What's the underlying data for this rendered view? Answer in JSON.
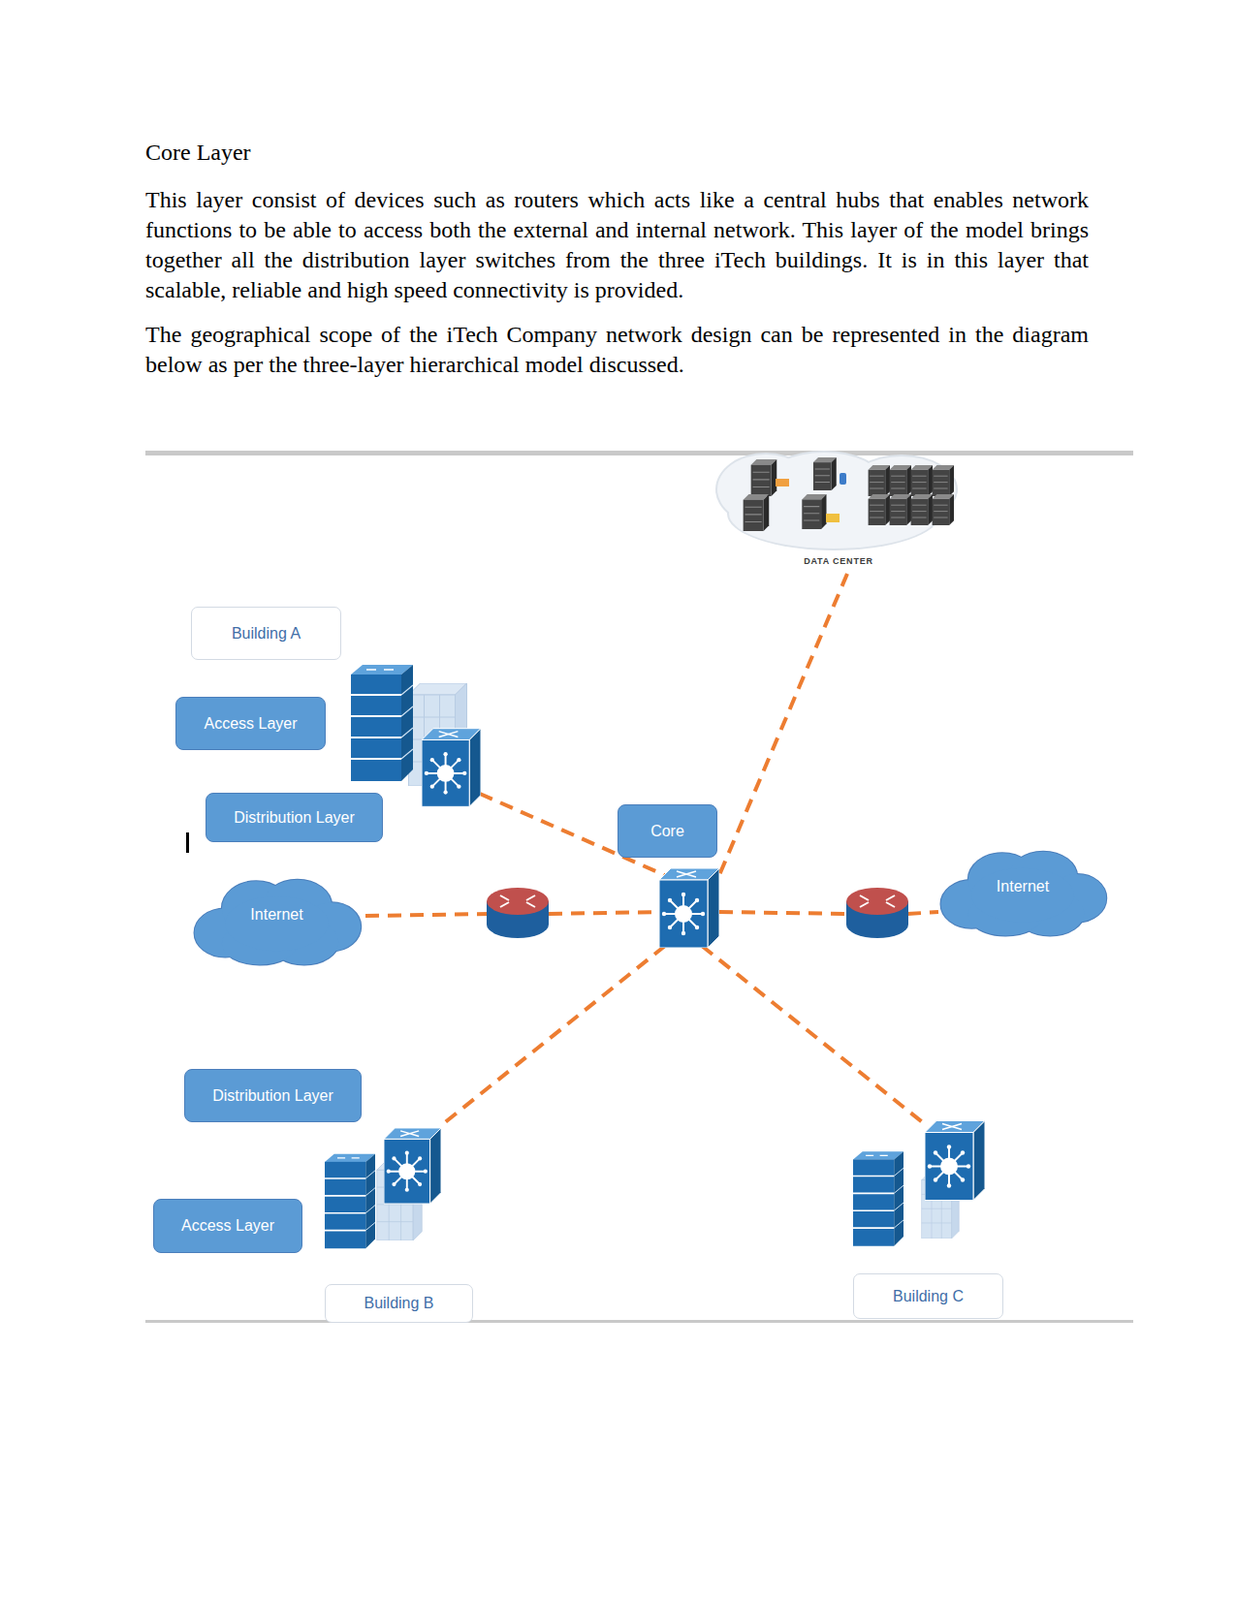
{
  "diagram": {
    "title": "Core Layer",
    "nodes": [
      {
        "text": [
          "DATA CENTER"
        ]
      },
      {
        "text": [
          "Building A"
        ]
      },
      {
        "text": [
          "Access Layer"
        ]
      },
      {
        "text": [
          "Distribution Layer"
        ]
      },
      {
        "text": [
          "Core"
        ]
      },
      {
        "text": [
          "Internet"
        ]
      },
      {
        "text": [
          "Internet"
        ]
      },
      {
        "text": [
          "Distribution Layer"
        ]
      },
      {
        "text": [
          "Access Layer"
        ]
      },
      {
        "text": [
          "Building B"
        ]
      },
      {
        "text": [
          "Building C"
        ]
      }
    ],
    "labels": [
      "This layer consist of devices such as routers which acts like a central hubs that enables network functions to be able to access both the external and internal network. This layer of the model brings together all the distribution layer switches from the three iTech buildings. It is in this layer that scalable, reliable and high speed connectivity is provided.",
      "The geographical scope of the iTech Company network design can be represented in the diagram below as per the three-layer hierarchical model discussed."
    ]
  }
}
